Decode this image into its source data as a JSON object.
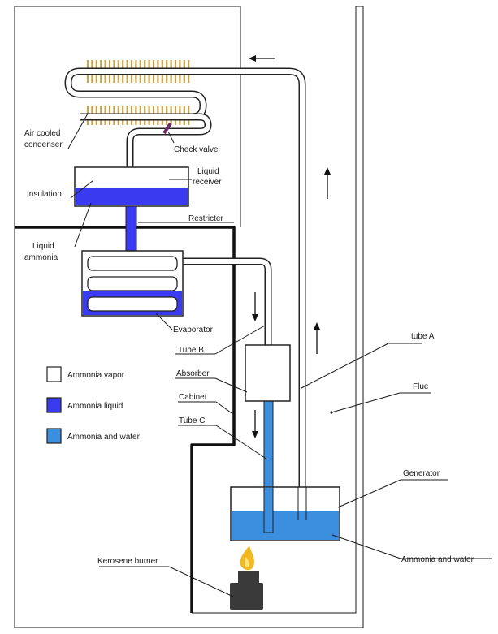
{
  "labels": {
    "condenser_line1": "Air cooled",
    "condenser_line2": "condenser",
    "check_valve": "Check valve",
    "receiver_line1": "Liquid",
    "receiver_line2": "receiver",
    "insulation": "Insulation",
    "restricter": "Restricter",
    "liquid_ammonia_line1": "Liquid",
    "liquid_ammonia_line2": "ammonia",
    "evaporator": "Evaporator",
    "tube_b": "Tube B",
    "absorber": "Absorber",
    "cabinet": "Cabinet",
    "tube_c": "Tube C",
    "tube_a": "tube A",
    "flue": "Flue",
    "generator": "Generator",
    "ammonia_and_water": "Ammonia and water",
    "kerosene_burner": "Kerosene burner"
  },
  "legend": [
    {
      "label": "Ammonia vapor",
      "color": "#ffffff"
    },
    {
      "label": "Ammonia liquid",
      "color": "#3a3af0"
    },
    {
      "label": "Ammonia and water",
      "color": "#3c8ede"
    }
  ],
  "colors": {
    "ammonia_vapor": "#ffffff",
    "ammonia_liquid": "#3a3af0",
    "ammonia_and_water": "#3c8ede",
    "condenser_fins": "#c9a24a",
    "check_valve": "#6a2a6a",
    "flame_outer": "#f2b822",
    "flame_inner": "#fbe27a",
    "burner": "#3a3a3a"
  },
  "icons": {
    "flow_arrows": "arrow-icon",
    "flame": "flame-icon"
  }
}
